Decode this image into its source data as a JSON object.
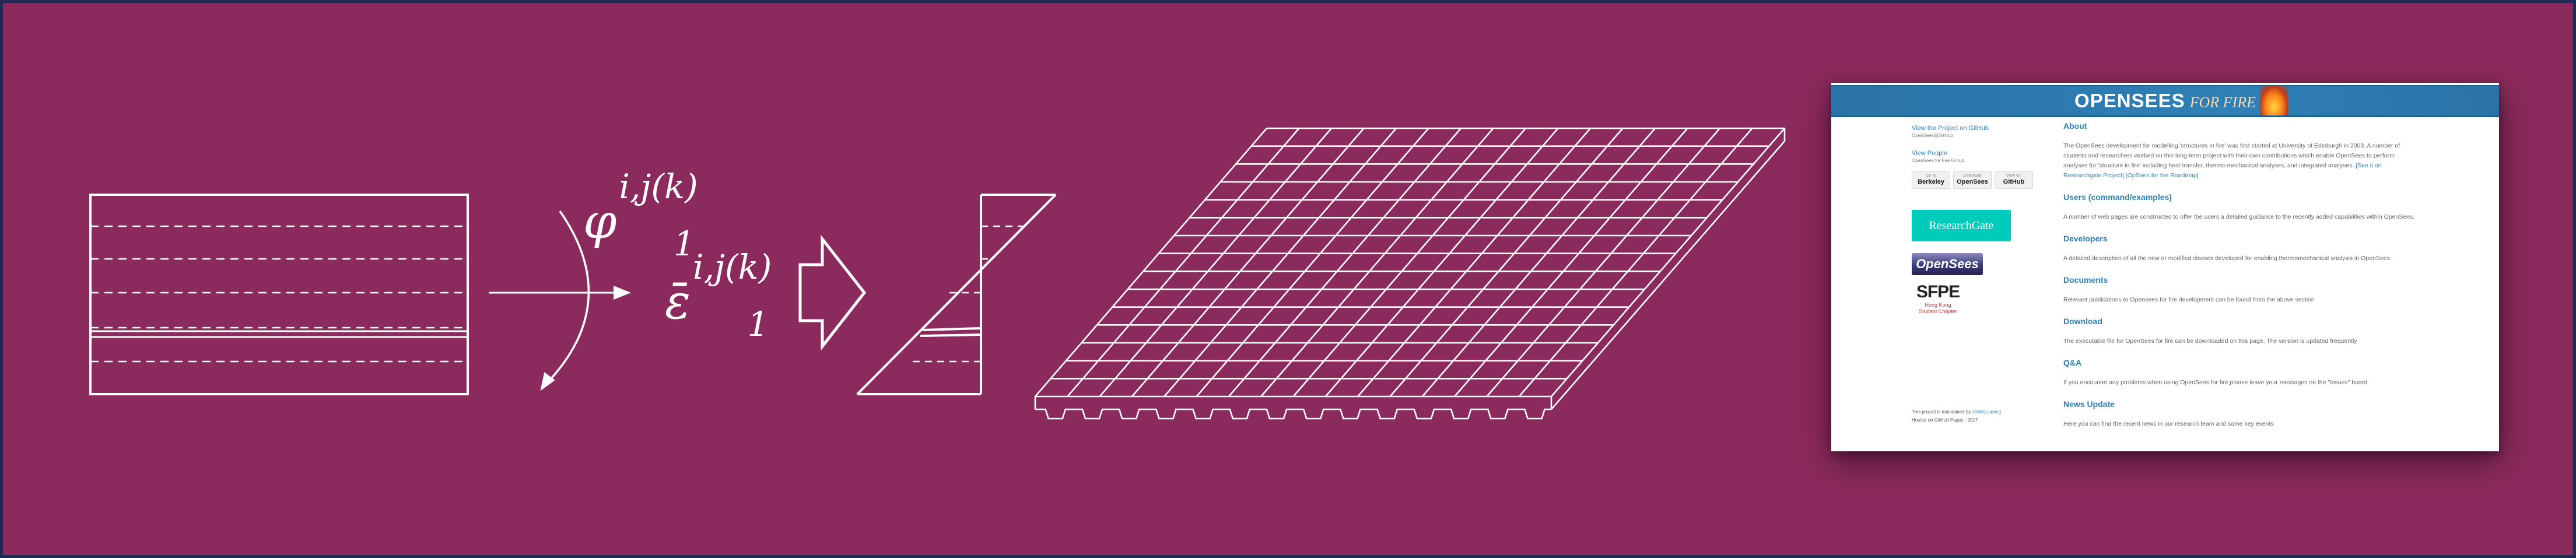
{
  "diagram": {
    "phi_symbol": "φ",
    "phi_superscript": "i,j(k)",
    "phi_subscript": "1",
    "eps_symbol": "ε̄",
    "eps_superscript": "i,j(k)",
    "eps_subscript": "1"
  },
  "colors": {
    "background": "#8b2a5c",
    "border": "#1f2b55",
    "site_header": "#2f80b6",
    "link": "#2d7fb8",
    "researchgate": "#00ccbb"
  },
  "site": {
    "brand": "OPENSEES",
    "brand_sub": "FOR FIRE",
    "sidebar": {
      "project_link": "View the Project on GitHub",
      "project_sub": "OpenSees@GitHub",
      "people_link": "View People",
      "people_sub": "OpenSees for Fire Group",
      "buttons": [
        {
          "top": "Go To",
          "label": "Berkeley"
        },
        {
          "top": "Download",
          "label": "OpenSees"
        },
        {
          "top": "View On",
          "label": "GitHub"
        }
      ],
      "researchgate_label": "ResearchGate",
      "opensees_logo": "OpenSees",
      "sfpe_logo": "SFPE",
      "sfpe_sub1": "Hong Kong",
      "sfpe_sub2": "Student Chapter",
      "credit_line1": "This project is maintained by",
      "credit_author": "JIANG Liming",
      "credit_line2": "Hosted on GitHub Pages - 2017"
    },
    "sections": [
      {
        "title": "About",
        "body": "The OpenSees development for modelling 'structures in fire' was first started at University of Edinburgh in 2009. A number of students and researchers worked on this long-term project with their own contributions which enable OpenSees to perform analyses for 'structure in fire' including heat transfer, thermo-mechanical analyses, and integrated analyses.",
        "link": "[See it on Researchgate Project] [OpSees for fire Roadmap]"
      },
      {
        "title": "Users (command/examples)",
        "body": "A number of web pages are constructed to offer the users a detailed guidance to the recently added capabilities within OpenSees.",
        "link": ""
      },
      {
        "title": "Developers",
        "body": "A detailed description of all the new or modified classes developed for enabling thermomechanical analysis in OpenSees.",
        "link": ""
      },
      {
        "title": "Documents",
        "body": "Relevant publications to Opensees for fire development can be found from the above section",
        "link": ""
      },
      {
        "title": "Download",
        "body": "The executable file for OpenSees for fire can be downloaded on this page. The version is updated frequently",
        "link": ""
      },
      {
        "title": "Q&A",
        "body": "If you encounter any problems when using OpenSees for fire,please leave your messages on the \"Issues\" board",
        "link": ""
      },
      {
        "title": "News Update",
        "body": "Here you can find the recent news in our research team and some key events",
        "link": ""
      }
    ]
  }
}
